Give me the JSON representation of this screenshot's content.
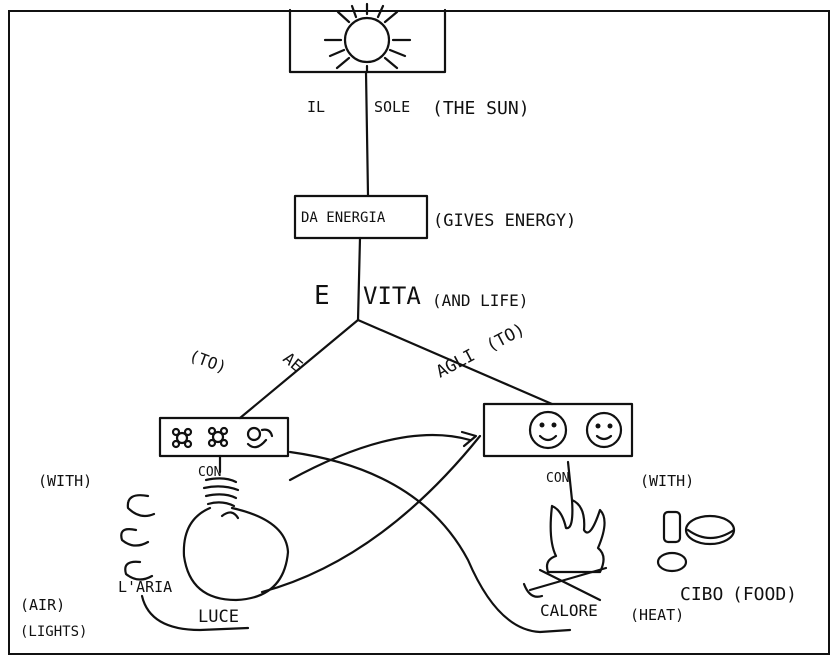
{
  "sun": {
    "label_il": "IL",
    "label_sole": "SOLE",
    "translation": "(THE SUN)"
  },
  "energy": {
    "box_text": "DA ENERGIA",
    "translation": "(GIVES ENERGY)"
  },
  "life": {
    "label_e": "E",
    "label_vita": "VITA",
    "translation": "(AND LIFE)"
  },
  "branches": {
    "left_word": "AE",
    "left_translation": "(TO)",
    "right_word": "AGLI",
    "right_translation": "(TO)"
  },
  "plants": {
    "con": "CON",
    "with": "(WITH)"
  },
  "people": {
    "con": "CON",
    "with": "(WITH)"
  },
  "bottom": {
    "aria": "L'ARIA",
    "aria_translation": "(AIR)",
    "luce": "LUCE",
    "luce_translation": "(LIGHTS)",
    "calore": "CALORE",
    "calore_translation": "(HEAT)",
    "cibo": "CIBO",
    "cibo_translation": "(FOOD)"
  }
}
